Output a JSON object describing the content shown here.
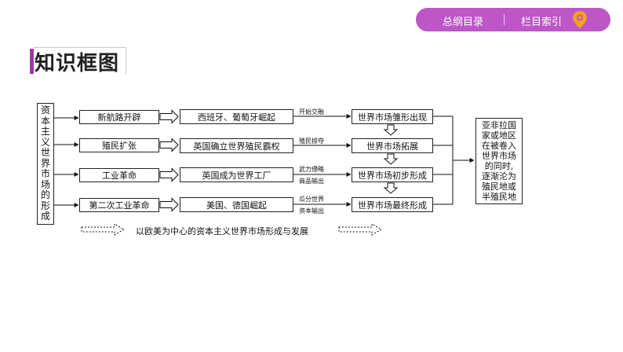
{
  "nav": {
    "toc": "总纲目录",
    "index": "栏目索引"
  },
  "page_title": "知识框图",
  "diagram": {
    "side_label": [
      "资",
      "本",
      "主",
      "义",
      "世",
      "界",
      "市",
      "场",
      "的",
      "形",
      "成"
    ],
    "events": [
      "新航路开辟",
      "殖民扩张",
      "工业革命",
      "第二次工业革命"
    ],
    "powers": [
      "西班牙、葡萄牙崛起",
      "英国确立世界殖民霸权",
      "英国成为世界工厂",
      "美国、德国崛起"
    ],
    "means": [
      [
        "开始交融"
      ],
      [
        "殖民掠夺"
      ],
      [
        "武力侵略",
        "商品输出"
      ],
      [
        "瓜分世界",
        "资本输出"
      ]
    ],
    "stages": [
      "世界市场雏形出现",
      "世界市场拓展",
      "世界市场初步形成",
      "世界市场最终形成"
    ],
    "result": [
      "亚非拉国",
      "家或地区",
      "在被卷入",
      "世界市场",
      "的同时,",
      "逐渐沦为",
      "殖民地或",
      "半殖民地"
    ],
    "footnote": "以欧美为中心的资本主义世界市场形成与发展"
  },
  "colors": {
    "nav_bg": "#bd56c7",
    "title_accent": "#9b3aa3",
    "pin": "#f4a21c"
  }
}
